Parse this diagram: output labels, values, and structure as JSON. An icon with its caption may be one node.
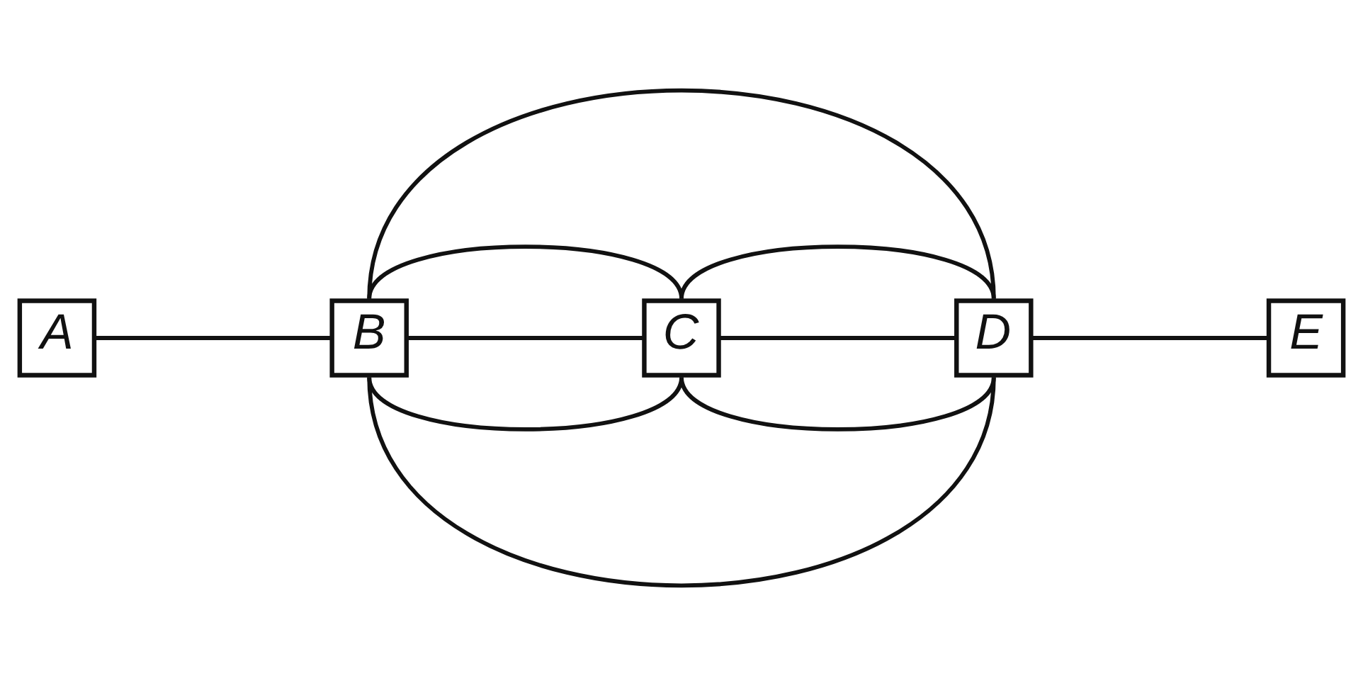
{
  "diagram": {
    "nodes": [
      {
        "text": [
          "A"
        ]
      },
      {
        "text": [
          "B"
        ]
      },
      {
        "text": [
          "C"
        ]
      },
      {
        "text": [
          "D"
        ]
      },
      {
        "text": [
          "E"
        ]
      }
    ],
    "edges": [
      {
        "from": 0,
        "to": 1,
        "arrow": "none"
      },
      {
        "from": 1,
        "to": 2,
        "arrow": "none"
      },
      {
        "from": 2,
        "to": 3,
        "arrow": "none"
      },
      {
        "from": 3,
        "to": 4,
        "arrow": "none"
      },
      {
        "from": 1,
        "to": 2,
        "arrow": "none"
      },
      {
        "from": 2,
        "to": 3,
        "arrow": "none"
      },
      {
        "from": 1,
        "to": 3,
        "arrow": "none"
      },
      {
        "from": 1,
        "to": 2,
        "arrow": "none"
      },
      {
        "from": 2,
        "to": 3,
        "arrow": "none"
      },
      {
        "from": 1,
        "to": 3,
        "arrow": "none"
      }
    ]
  }
}
